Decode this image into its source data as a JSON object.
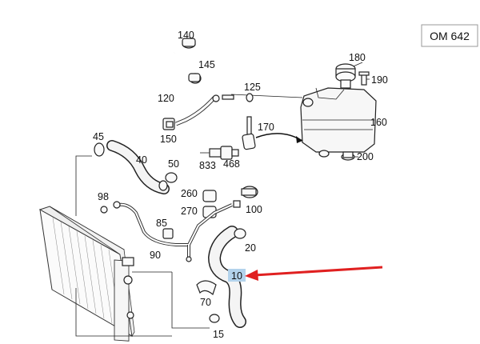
{
  "engine_code": "OM 642",
  "highlight_color": "#b3d3ec",
  "arrow_color": "#e02020",
  "parts": {
    "p140": "140",
    "p145": "145",
    "p120": "120",
    "p125": "125",
    "p180": "180",
    "p190": "190",
    "p160": "160",
    "p170": "170",
    "p150": "150",
    "p833": "833",
    "p468": "468",
    "p200": "200",
    "p45": "45",
    "p40": "40",
    "p50": "50",
    "p260": "260",
    "p270": "270",
    "p100": "100",
    "p98": "98",
    "p85": "85",
    "p90": "90",
    "p20": "20",
    "p10": "10",
    "p70": "70",
    "p15": "15"
  }
}
